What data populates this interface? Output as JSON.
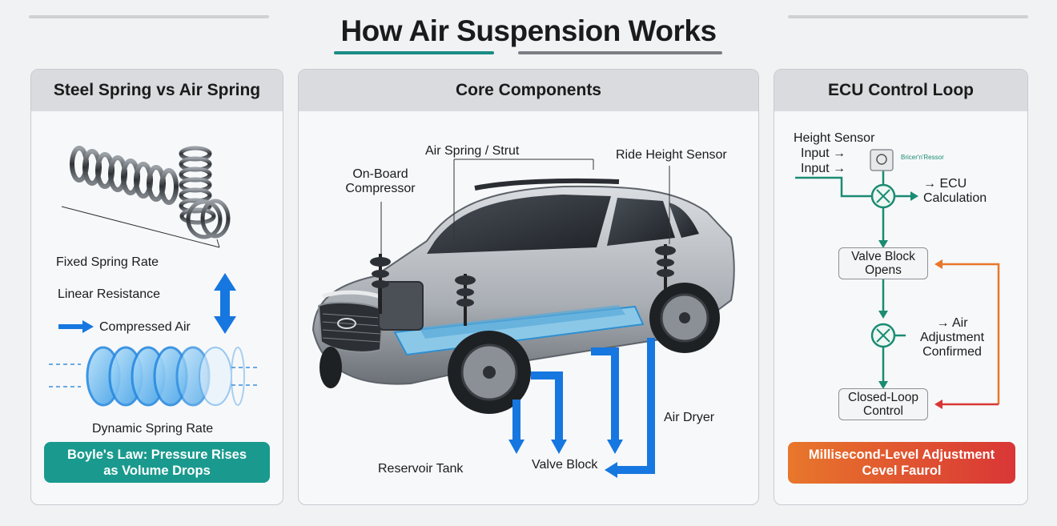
{
  "title": "How Air Suspension Works",
  "left_panel": {
    "header": "Steel Spring vs Air Spring",
    "labels": {
      "fixed_rate": "Fixed Spring Rate",
      "linear_resistance": "Linear Resistance",
      "compressed_air": "Compressed Air",
      "dynamic_rate": "Dynamic Spring Rate"
    },
    "banner": "Boyle's Law: Pressure Rises as Volume Drops",
    "banner_color": "#1a9a8e"
  },
  "center_panel": {
    "header": "Core Components",
    "labels": {
      "air_spring": "Air Spring / Strut",
      "compressor": "On-Board Compressor",
      "ride_height": "Ride Height Sensor",
      "air_dryer": "Air Dryer",
      "reservoir": "Reservoir Tank",
      "valve_block": "Valve Block"
    },
    "flow_color": "#1677e0"
  },
  "right_panel": {
    "header": "ECU Control Loop",
    "labels": {
      "height_sensor": "Height Sensor",
      "input_1": "Input →",
      "input_2": "Input →",
      "sensor_tiny": "Bricer'n'Ressor",
      "ecu": "→ ECU Calculation",
      "air_adjust": "→ Air Adjustment Confirmed"
    },
    "boxes": {
      "valve": "Valve Block Opens",
      "closed_loop": "Closed-Loop Control"
    },
    "banner": "Millisecond-Level Adjustment Cevel Faurol",
    "teal": "#1a8c72",
    "orange": "#e8772b",
    "red": "#d93636"
  }
}
